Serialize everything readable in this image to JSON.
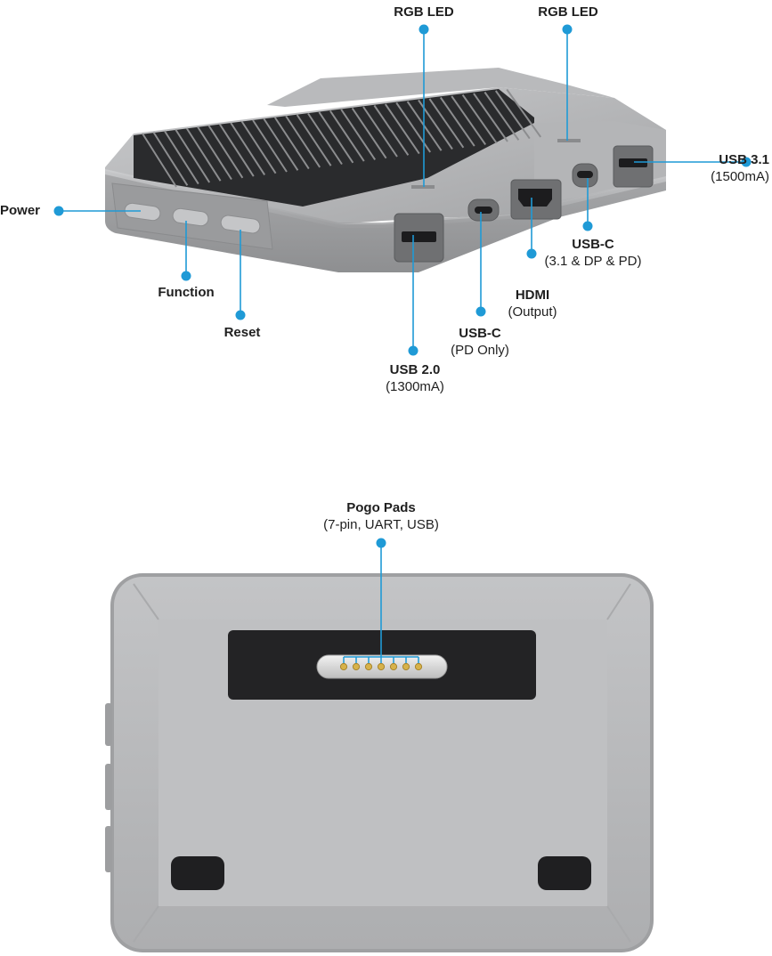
{
  "colors": {
    "accent": "#1f9ad6",
    "body_gray": "#a9aaac",
    "body_light": "#c4c5c7",
    "heatsink_dark": "#2a2b2d",
    "pad_gold": "#d7b24a"
  },
  "labels": {
    "rgb_led_left": {
      "title": "RGB LED"
    },
    "rgb_led_right": {
      "title": "RGB LED"
    },
    "power": {
      "title": "Power"
    },
    "function": {
      "title": "Function"
    },
    "reset": {
      "title": "Reset"
    },
    "usb31": {
      "title": "USB 3.1",
      "sub": "(1500mA)"
    },
    "usbc_dp": {
      "title": "USB-C",
      "sub": "(3.1 & DP & PD)"
    },
    "hdmi": {
      "title": "HDMI",
      "sub": "(Output)"
    },
    "usbc_pd": {
      "title": "USB-C",
      "sub": "(PD Only)"
    },
    "usb20": {
      "title": "USB 2.0",
      "sub": "(1300mA)"
    },
    "pogo": {
      "title": "Pogo Pads",
      "sub": "(7-pin, UART, USB)"
    }
  },
  "pogo_pin_count": 7
}
